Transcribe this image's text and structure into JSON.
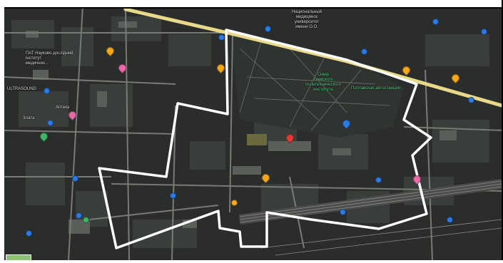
{
  "map": {
    "labels": {
      "university": "Национальный\nмедицинск\nуниверситет\nимени О.О.",
      "park": "Сквер\nКиевского\nполитехнического\nинститута",
      "medinstitute": "ПАТ Науково-дослідний\nінститут\nмедичних...",
      "ultrasound": "ULTRASOUND",
      "station": "Полтавская автостанция",
      "zlata": "Злата",
      "left_pharmacy": "Аптека"
    },
    "colors": {
      "boundary": "#ffffff",
      "highway": "#e8d98a",
      "pin_red": "#e53935",
      "pin_orange": "#f4a81a",
      "pin_blue": "#2c7be5",
      "pin_pink": "#e86aa8",
      "pin_green": "#43b36a",
      "park_text": "#5fcf8a"
    },
    "markers": [
      {
        "icon": "map-pin-icon",
        "color": "#e53935"
      },
      {
        "icon": "map-pin-icon",
        "color": "#f4a81a"
      },
      {
        "icon": "map-pin-icon",
        "color": "#2c7be5"
      },
      {
        "icon": "map-pin-icon",
        "color": "#e86aa8"
      },
      {
        "icon": "map-pin-icon",
        "color": "#43b36a"
      }
    ]
  }
}
